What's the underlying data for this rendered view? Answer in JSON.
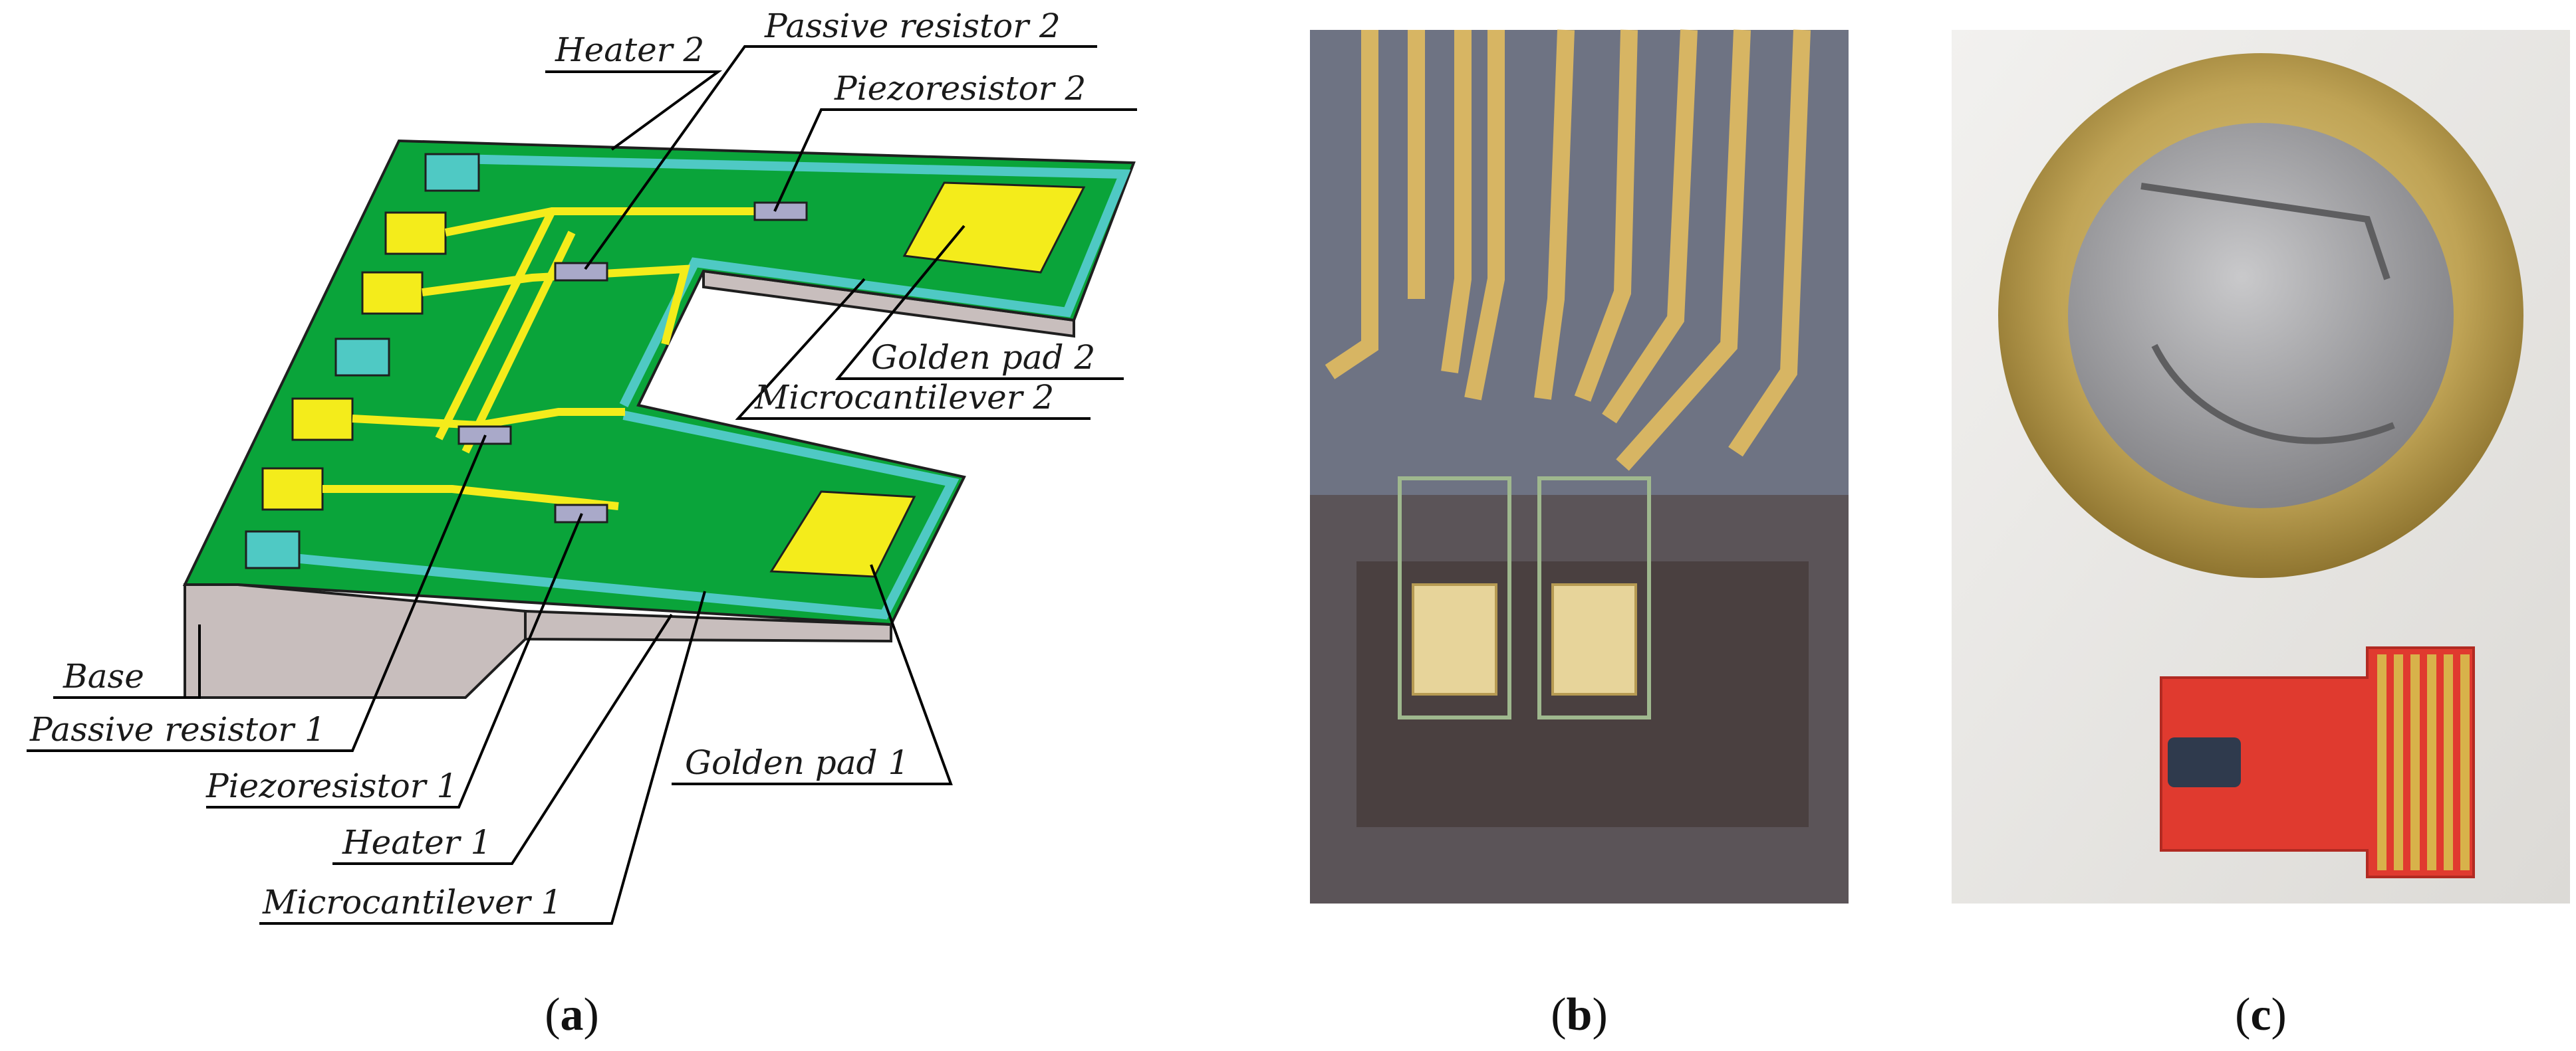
{
  "panel_a": {
    "labels": {
      "heater_2": "Heater 2",
      "passive_resistor_2": "Passive resistor 2",
      "piezoresistor_2": "Piezoresistor 2",
      "golden_pad_2": "Golden pad 2",
      "microcantilever_2": "Microcantilever 2",
      "base": "Base",
      "passive_resistor_1": "Passive resistor 1",
      "piezoresistor_1": "Piezoresistor 1",
      "golden_pad_1": "Golden pad 1",
      "heater_1": "Heater 1",
      "microcantilever_1": "Microcantilever 1"
    },
    "colors": {
      "substrate": "#0aa43a",
      "heater_track": "#4fc9c4",
      "conductor": "#f4ec1b",
      "resistor": "#a9a9c9",
      "base_side": "#c8bebd",
      "outline": "#1f1f1f"
    }
  },
  "panel_b": {
    "colors": {
      "background": "#6e7383",
      "gold_trace": "#d7b563",
      "cavity": "#4a4040",
      "pad": "#e7d49a"
    }
  },
  "panel_c": {
    "colors": {
      "coin_rim": "#bfa355",
      "coin_center": "#9c9c9e",
      "board": "#e03a2f",
      "fingers": "#d8b24a"
    }
  },
  "captions": {
    "a": {
      "open": "(",
      "letter": "a",
      "close": ")"
    },
    "b": {
      "open": "(",
      "letter": "b",
      "close": ")"
    },
    "c": {
      "open": "(",
      "letter": "c",
      "close": ")"
    }
  }
}
